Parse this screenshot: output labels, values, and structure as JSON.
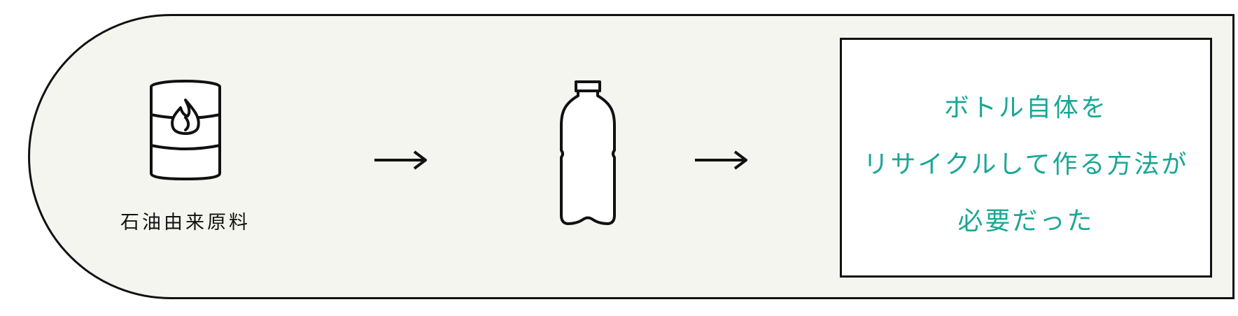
{
  "colors": {
    "panel_background": "#f5f5ef",
    "outline": "#111111",
    "result_text": "#1aa796"
  },
  "flow": {
    "source": {
      "icon": "oil-barrel-icon",
      "label": "石油由来原料"
    },
    "arrow_1": {
      "icon": "right-arrow-icon"
    },
    "product": {
      "icon": "plastic-bottle-icon"
    },
    "arrow_2": {
      "icon": "right-arrow-icon"
    },
    "result": {
      "lines": [
        "ボトル自体を",
        "リサイクルして作る方法が",
        "必要だった"
      ]
    }
  }
}
